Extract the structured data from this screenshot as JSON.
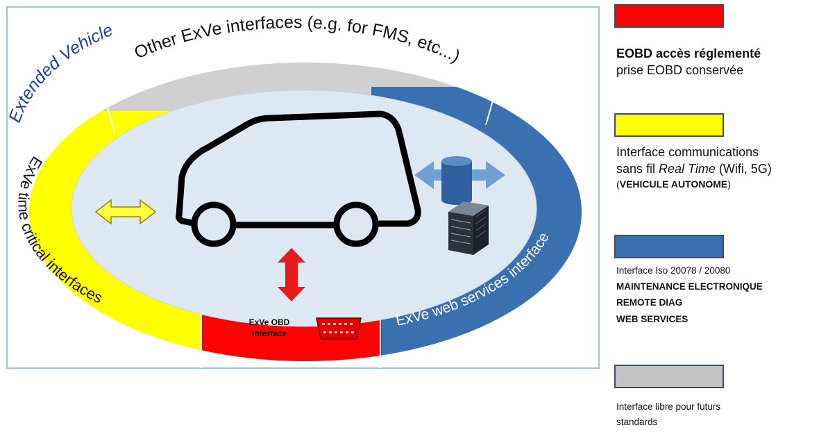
{
  "diagram": {
    "brand_title": "Extended Vehicle",
    "top_segment_label": "Other ExVe interfaces (e.g. for FMS, etc...)",
    "left_segment_label": "ExVe time critical interfaces",
    "right_segment_label": "ExVe web services interface",
    "bottom_segment_label_line1": "ExVe OBD",
    "bottom_segment_label_line2": "interface",
    "colors": {
      "red": "#ff0000",
      "yellow": "#ffff00",
      "blue": "#3a6fb0",
      "gray": "#d0d0d0",
      "inner": "#dde8f3",
      "frame": "#9ec3e3",
      "title_blue": "#1f3f9a"
    },
    "icons": [
      "van-icon",
      "yellow-double-arrow-icon",
      "red-double-arrow-icon",
      "blue-double-arrow-icon",
      "database-icon",
      "server-icon",
      "obd-connector-icon"
    ]
  },
  "legend": {
    "items": [
      {
        "color": "#ff0000",
        "lines": [
          {
            "text": "EOBD accès réglementé",
            "bold": true
          },
          {
            "text": "prise EOBD conservée",
            "bold": false
          }
        ]
      },
      {
        "color": "#ffff00",
        "lines": [
          {
            "text": "Interface communications",
            "bold": false
          },
          {
            "text_before": "sans fil ",
            "text_em": "Real Time",
            "text_after": " (Wifi, 5G)"
          },
          {
            "text_open": "(",
            "text_bold": "VEHICULE AUTONOME",
            "text_close": ")"
          }
        ]
      },
      {
        "color": "#3a6fb0",
        "lines": [
          {
            "text": "Interface Iso 20078 / 20080",
            "bold": false
          },
          {
            "text": "MAINTENANCE ELECTRONIQUE",
            "bold": true
          },
          {
            "text": "REMOTE DIAG",
            "bold": true
          },
          {
            "text": "WEB SERVICES",
            "bold": true
          }
        ]
      },
      {
        "color": "#c4c4c4",
        "lines": [
          {
            "text": "Interface libre pour futurs",
            "bold": false
          },
          {
            "text": "standards",
            "bold": false
          }
        ]
      }
    ]
  }
}
